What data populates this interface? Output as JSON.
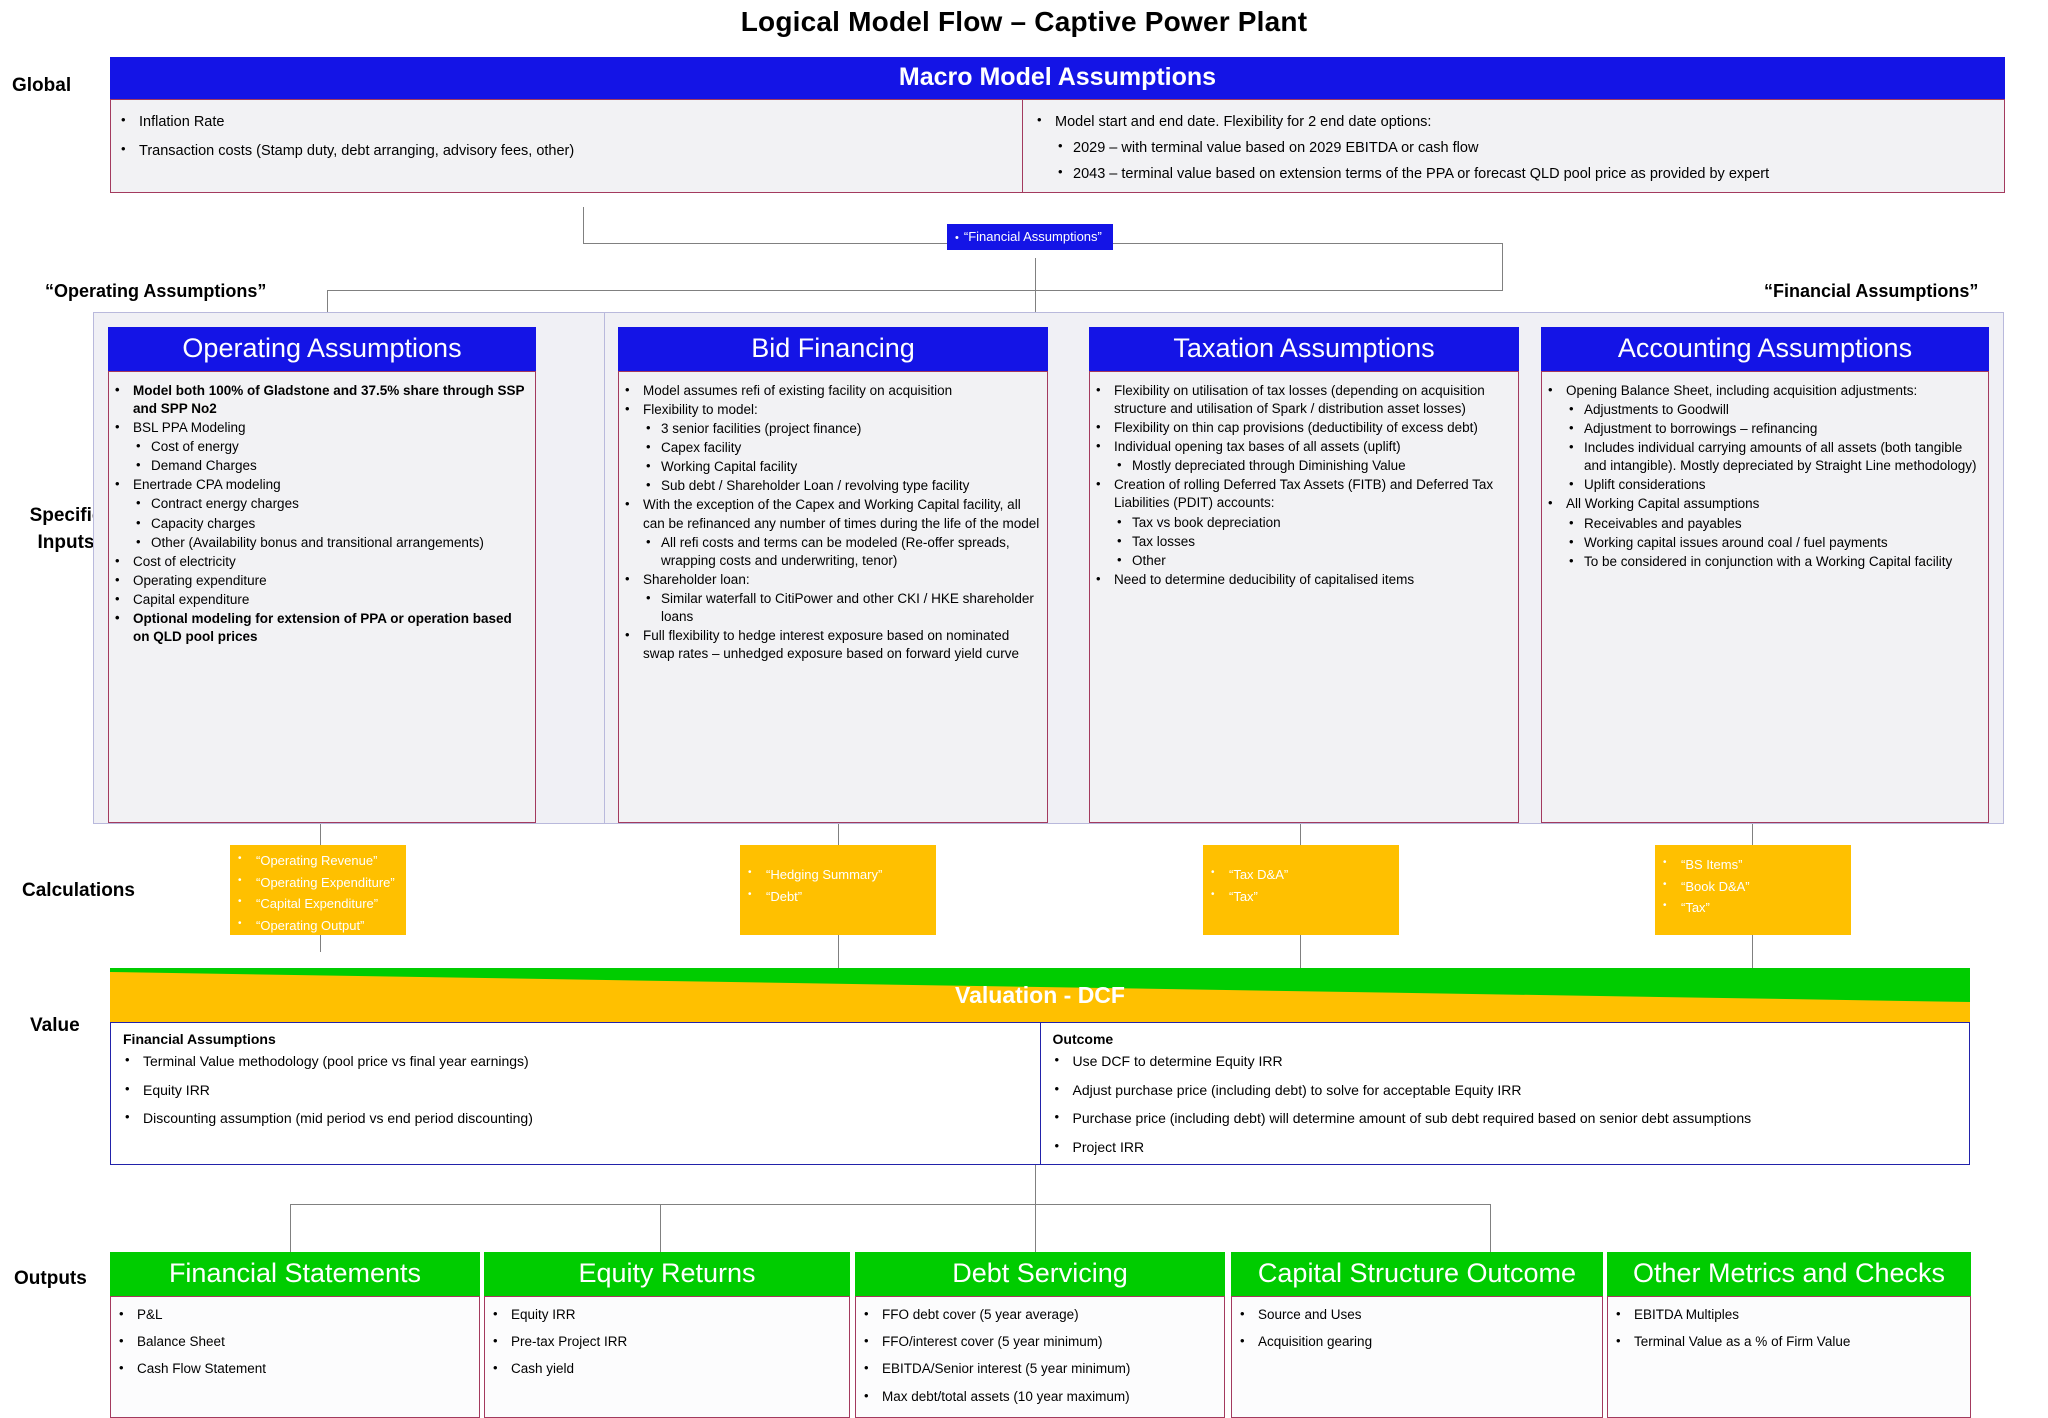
{
  "title": "Logical Model Flow – Captive Power Plant",
  "row_labels": {
    "global": "Global",
    "specific_inputs_1": "Specific",
    "specific_inputs_2": "Inputs",
    "calculations": "Calculations",
    "value": "Value",
    "outputs": "Outputs"
  },
  "side_labels": {
    "operating": "“Operating Assumptions”",
    "financial": "“Financial Assumptions”"
  },
  "chip": {
    "label": "“Financial Assumptions”"
  },
  "macro": {
    "header": "Macro Model Assumptions",
    "left_bullets": [
      "Inflation Rate",
      "Transaction costs (Stamp duty, debt arranging, advisory fees, other)"
    ],
    "right_bullet": "Model start and end date.  Flexibility for 2 end date options:",
    "right_sub": [
      "2029 – with terminal value based on 2029 EBITDA or cash flow",
      "2043 – terminal value based on extension terms of the PPA or forecast QLD pool price as provided by expert"
    ]
  },
  "operating": {
    "header": "Operating Assumptions",
    "items": [
      {
        "text": "Model both 100% of Gladstone and 37.5% share through SSP and SPP No2",
        "bold": true
      },
      {
        "text": "BSL PPA Modeling",
        "sub": [
          "Cost of energy",
          "Demand Charges"
        ]
      },
      {
        "text": "Enertrade CPA modeling",
        "sub": [
          "Contract energy charges",
          "Capacity charges",
          "Other (Availability bonus and transitional arrangements)"
        ]
      },
      {
        "text": "Cost of electricity"
      },
      {
        "text": "Operating expenditure"
      },
      {
        "text": "Capital expenditure"
      },
      {
        "text": "Optional modeling for extension of PPA or operation based on QLD pool prices",
        "bold": true
      }
    ]
  },
  "bid": {
    "header": "Bid Financing",
    "items": [
      {
        "text": "Model assumes refi of existing facility on acquisition"
      },
      {
        "text": "Flexibility to model:",
        "sub": [
          "3 senior facilities (project finance)",
          "Capex facility",
          "Working Capital facility",
          "Sub debt / Shareholder Loan / revolving type facility"
        ]
      },
      {
        "text": "With the exception of the Capex and Working Capital facility, all can be refinanced any number of times during the life of the model",
        "sub": [
          "All refi costs and terms can be modeled (Re-offer spreads, wrapping costs and underwriting, tenor)"
        ]
      },
      {
        "text": "Shareholder loan:",
        "sub": [
          "Similar waterfall to CitiPower and other CKI / HKE shareholder loans"
        ]
      },
      {
        "text": "Full flexibility to hedge interest exposure based on nominated swap rates – unhedged exposure based on forward yield curve"
      }
    ]
  },
  "taxation": {
    "header": "Taxation Assumptions",
    "items": [
      {
        "text": "Flexibility on utilisation of tax losses (depending on acquisition structure and utilisation of Spark / distribution asset losses)"
      },
      {
        "text": "Flexibility on thin cap provisions (deductibility of excess debt)"
      },
      {
        "text": "Individual opening tax bases of all assets (uplift)",
        "sub": [
          "Mostly depreciated through Diminishing Value"
        ]
      },
      {
        "text": "Creation of rolling Deferred Tax Assets (FITB) and Deferred Tax Liabilities (PDIT) accounts:",
        "sub": [
          "Tax vs book depreciation",
          "Tax losses",
          "Other"
        ]
      },
      {
        "text": "Need to determine deducibility of capitalised items"
      }
    ]
  },
  "accounting": {
    "header": "Accounting Assumptions",
    "items": [
      {
        "text": "Opening Balance Sheet, including acquisition adjustments:",
        "sub": [
          "Adjustments to Goodwill",
          "Adjustment to borrowings – refinancing",
          "Includes individual carrying amounts of all assets (both tangible and intangible).  Mostly depreciated by Straight Line methodology)",
          "Uplift considerations"
        ]
      },
      {
        "text": "All Working Capital assumptions",
        "sub": [
          "Receivables and payables",
          "Working capital issues around coal  / fuel payments",
          "To be considered in conjunction with a Working Capital facility"
        ]
      }
    ]
  },
  "calculations": [
    {
      "name": "operating-calcs",
      "items": [
        "“Operating Revenue”",
        "“Operating Expenditure”",
        "“Capital Expenditure”",
        "“Operating Output”"
      ]
    },
    {
      "name": "financing-calcs",
      "items": [
        "“Hedging Summary”",
        "“Debt”"
      ]
    },
    {
      "name": "tax-calcs",
      "items": [
        "“Tax D&A”",
        "“Tax”"
      ]
    },
    {
      "name": "accounting-calcs",
      "items": [
        "“BS Items”",
        "“Book D&A”",
        "“Tax”"
      ]
    }
  ],
  "valuation": {
    "header": "Valuation - DCF",
    "left_title": "Financial Assumptions",
    "left_items": [
      "Terminal Value methodology (pool price vs final year earnings)",
      "Equity IRR",
      "Discounting assumption (mid period vs end period discounting)"
    ],
    "right_title": "Outcome",
    "right_items": [
      "Use DCF to determine Equity IRR",
      "Adjust purchase price (including debt) to solve for acceptable Equity IRR",
      "Purchase price (including debt) will determine amount of sub debt required based on senior debt assumptions",
      "Project IRR"
    ]
  },
  "outputs": [
    {
      "header": "Financial Statements",
      "items": [
        "P&L",
        "Balance Sheet",
        "Cash Flow Statement"
      ]
    },
    {
      "header": "Equity Returns",
      "items": [
        "Equity IRR",
        "Pre-tax Project IRR",
        "Cash yield"
      ]
    },
    {
      "header": "Debt Servicing",
      "items": [
        "FFO debt cover (5 year average)",
        "FFO/interest cover (5 year minimum)",
        "EBITDA/Senior interest (5 year minimum)",
        "Max debt/total assets (10 year maximum)"
      ]
    },
    {
      "header": "Capital Structure Outcome",
      "items": [
        "Source and Uses",
        "Acquisition gearing"
      ]
    },
    {
      "header": "Other Metrics and Checks",
      "items": [
        "EBITDA Multiples",
        "Terminal Value as a % of Firm Value"
      ]
    }
  ],
  "colors": {
    "blue_header": "#1414e6",
    "green_header": "#00cc00",
    "yellow_calc": "#ffc000",
    "box_border": "#a33a5e",
    "connector": "#808080"
  }
}
